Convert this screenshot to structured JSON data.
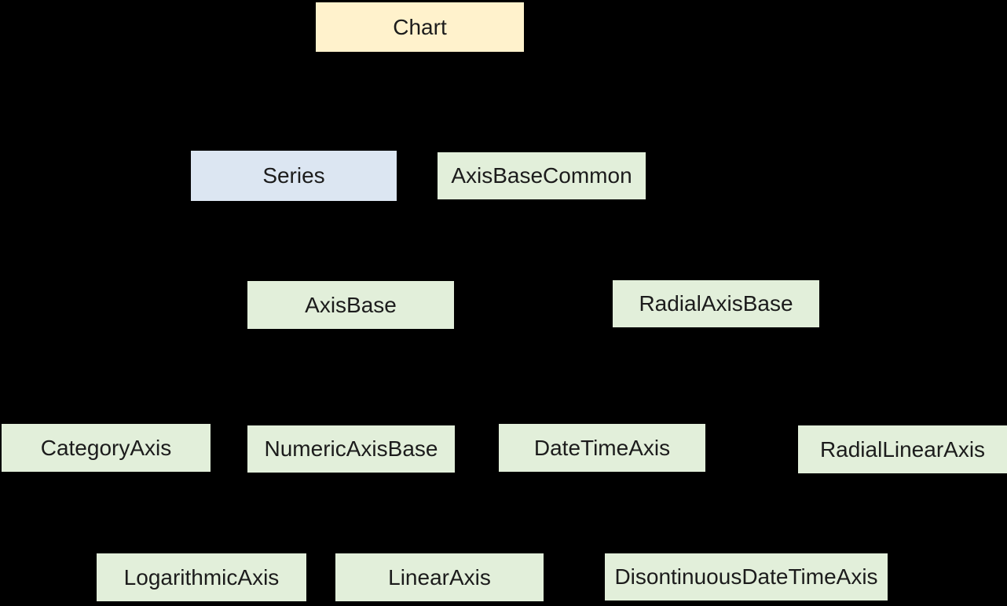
{
  "canvas": {
    "background_color": "#000000",
    "text_color": "#1c1c1c"
  },
  "diagram": {
    "nodes": [
      {
        "id": "chart",
        "label": "Chart",
        "fill": "#FFF2CC"
      },
      {
        "id": "series",
        "label": "Series",
        "fill": "#DCE6F2"
      },
      {
        "id": "axis-base-common",
        "label": "AxisBaseCommon",
        "fill": "#E2EFDA"
      },
      {
        "id": "axis-base",
        "label": "AxisBase",
        "fill": "#E2EFDA"
      },
      {
        "id": "radial-axis-base",
        "label": "RadialAxisBase",
        "fill": "#E2EFDA"
      },
      {
        "id": "category-axis",
        "label": "CategoryAxis",
        "fill": "#E2EFDA"
      },
      {
        "id": "numeric-axis-base",
        "label": "NumericAxisBase",
        "fill": "#E2EFDA"
      },
      {
        "id": "date-time-axis",
        "label": "DateTimeAxis",
        "fill": "#E2EFDA"
      },
      {
        "id": "radial-linear-axis",
        "label": "RadialLinearAxis",
        "fill": "#E2EFDA"
      },
      {
        "id": "logarithmic-axis",
        "label": "LogarithmicAxis",
        "fill": "#E2EFDA"
      },
      {
        "id": "linear-axis",
        "label": "LinearAxis",
        "fill": "#E2EFDA"
      },
      {
        "id": "disontinuous-date-time-axis",
        "label": "DisontinuousDateTimeAxis",
        "fill": "#E2EFDA"
      }
    ]
  }
}
